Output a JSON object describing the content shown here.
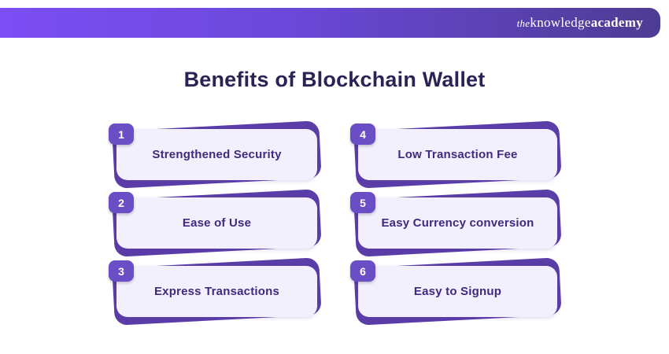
{
  "brand": {
    "the": "the",
    "knowledge": "knowledge",
    "academy": "academy"
  },
  "page_title": "Benefits of Blockchain Wallet",
  "cards": [
    {
      "number": "1",
      "label": "Strengthened Security"
    },
    {
      "number": "2",
      "label": "Ease of Use"
    },
    {
      "number": "3",
      "label": "Express Transactions"
    },
    {
      "number": "4",
      "label": "Low Transaction Fee"
    },
    {
      "number": "5",
      "label": "Easy Currency conversion"
    },
    {
      "number": "6",
      "label": "Easy to Signup"
    }
  ],
  "colors": {
    "header_gradient_start": "#7c4ef5",
    "header_gradient_end": "#4d3c93",
    "card_shadow_purple": "#5b3da8",
    "badge_purple": "#6a4ec6",
    "card_background": "#f2f0fc",
    "card_text": "#40297e",
    "title_text": "#2b2355"
  }
}
